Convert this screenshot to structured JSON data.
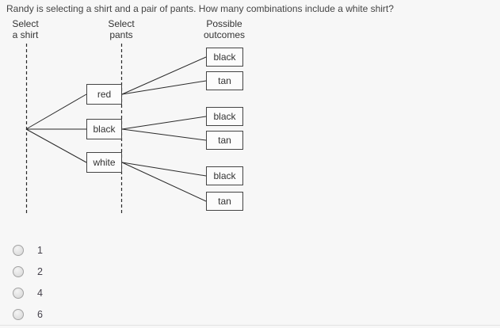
{
  "question": {
    "prompt": "Randy is selecting a shirt and a pair of pants. How many combinations include a white shirt?"
  },
  "diagram": {
    "column_headers": [
      {
        "line1": "Select",
        "line2": "a shirt"
      },
      {
        "line1": "Select",
        "line2": "pants"
      },
      {
        "line1": "Possible",
        "line2": "outcomes"
      }
    ],
    "shirt_nodes": [
      "red",
      "black",
      "white"
    ],
    "outcome_nodes": [
      "black",
      "tan",
      "black",
      "tan",
      "black",
      "tan"
    ]
  },
  "answer_options": [
    {
      "label": "1"
    },
    {
      "label": "2"
    },
    {
      "label": "4"
    },
    {
      "label": "6"
    }
  ],
  "colors": {
    "background": "#f7f7f7",
    "node_fill": "#fcfcfc",
    "node_border": "#444444",
    "connector_line": "#2a2a2a",
    "text": "#444444",
    "divider": "#e2e2e2"
  }
}
